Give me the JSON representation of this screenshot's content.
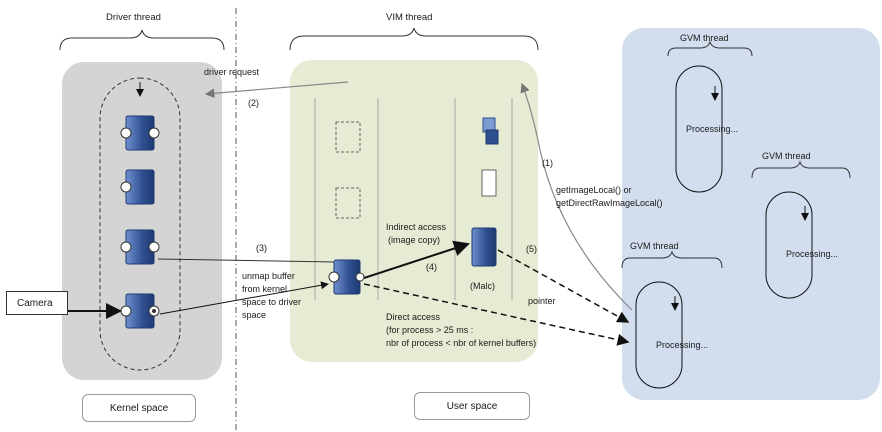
{
  "headers": {
    "driver_thread": "Driver thread",
    "vim_thread": "VIM thread"
  },
  "gvm": {
    "title_1": "GVM thread",
    "title_2": "GVM thread",
    "title_3": "GVM thread",
    "processing_1": "Processing...",
    "processing_2": "Processing...",
    "processing_3": "Processing..."
  },
  "labels": {
    "driver_request": "driver request",
    "step_2": "(2)",
    "step_1": "(1)",
    "step_3": "(3)",
    "step_4": "(4)",
    "step_5": "(5)",
    "get_image": "getImageLocal() or",
    "get_direct": "getDirectRawImageLocal()",
    "indirect_access_1": "Indirect access",
    "indirect_access_2": "(image copy)",
    "unmap_1": "unmap buffer",
    "unmap_2": "from kernel",
    "unmap_3": "space to driver",
    "unmap_4": "space",
    "malloc": "(Malc)",
    "pointer": "pointer",
    "direct_1": "Direct access",
    "direct_2": "(for process > 25 ms :",
    "direct_3": "nbr of process < nbr of kernel buffers)",
    "camera": "Camera"
  },
  "footer": {
    "kernel_space": "Kernel space",
    "user_space": "User space"
  },
  "colors": {
    "buffer_blue": "#2e4f8f",
    "kernel_panel": "#d4d4d4",
    "user_panel": "#e6ebd3",
    "gvm_panel": "#d2ddee"
  }
}
